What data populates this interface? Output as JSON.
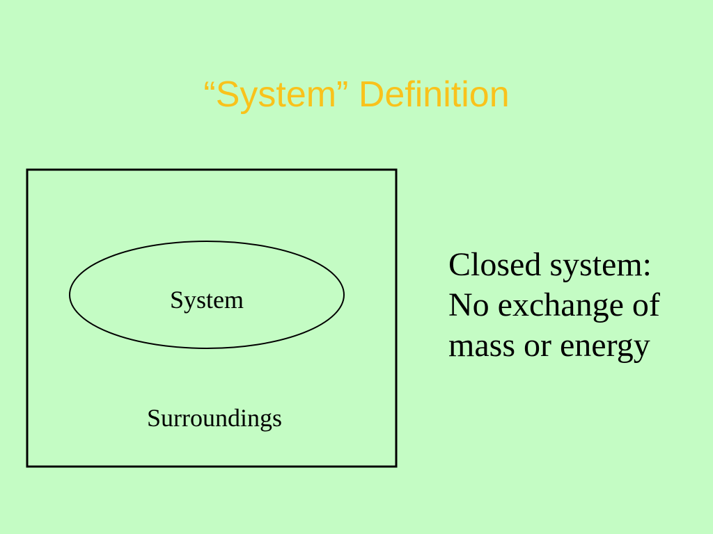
{
  "slide": {
    "title": "“System” Definition",
    "title_color": "#f9c21b",
    "background_color": "#c4fcc4"
  },
  "diagram": {
    "system_label": "System",
    "surroundings_label": "Surroundings"
  },
  "description": {
    "lines": [
      "Closed system:",
      "No exchange of",
      "mass or energy"
    ]
  }
}
